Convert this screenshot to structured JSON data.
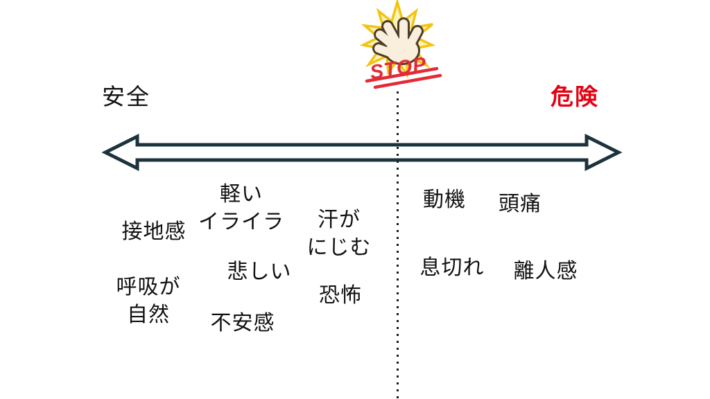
{
  "stop_badge": {
    "label": "STOP",
    "hand_icon": "raised-hand-icon",
    "burst_icon": "starburst-icon"
  },
  "axis": {
    "left_label": "安全",
    "right_label": "危険"
  },
  "zones": {
    "safe": [
      "接地感",
      "軽い\nイライラ",
      "悲しい",
      "呼吸が\n自然",
      "不安感",
      "汗が\nにじむ",
      "恐怖"
    ],
    "danger": [
      "動機",
      "頭痛",
      "息切れ",
      "離人感"
    ]
  },
  "colors": {
    "text_color": "#111111",
    "danger_label": "#e50012",
    "stop_text": "#e22b36",
    "arrow_outline": "#1c333d",
    "burst_fill": "#fcf3b5",
    "burst_stroke": "#f2c411",
    "hand_fill": "#f9efdc",
    "hand_outline": "#4d3d28",
    "dotted_line": "#1a1a1a"
  }
}
